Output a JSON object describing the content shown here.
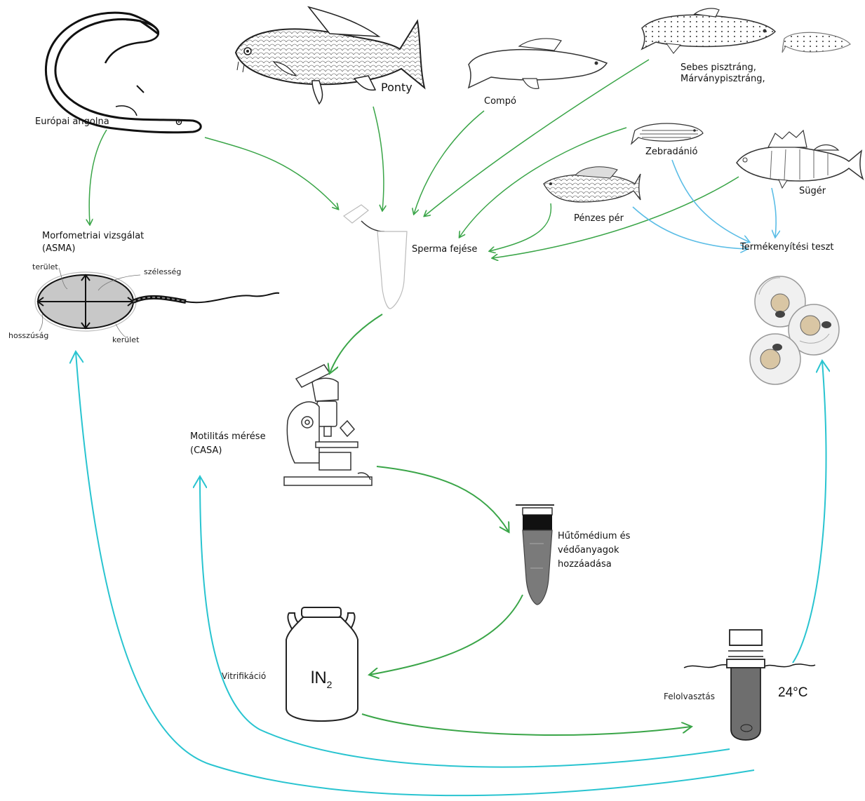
{
  "species": {
    "eel": "Európai angolna",
    "carp": "Ponty",
    "tench": "Compó",
    "trout_line1": "Sebes pisztráng,",
    "trout_line2": "Márványpisztráng,",
    "zebrafish": "Zebradánió",
    "perch": "Sügér",
    "grayling": "Pénzes pér"
  },
  "steps": {
    "stripping": "Sperma fejése",
    "morphometry_line1": "Morfometriai vizsgálat",
    "morphometry_line2": "(ASMA)",
    "motility_line1": "Motilitás mérése",
    "motility_line2": "(CASA)",
    "extender_line1": "Hűtőmédium és",
    "extender_line2": "védőanyagok",
    "extender_line3": "hozzáadása",
    "vitrification": "Vitrifikáció",
    "thawing": "Felolvasztás",
    "fertilization": "Termékenyítési teszt"
  },
  "labels": {
    "ln2_main": "lN",
    "ln2_sub": "2",
    "temperature": "24°C"
  },
  "sperm_measures": {
    "area": "terület",
    "width": "szélesség",
    "length": "hosszúság",
    "perimeter": "kerület"
  },
  "colors": {
    "green_arrow": "#3aa548",
    "cyan_arrow": "#29c4d0",
    "light_blue_arrow": "#5bbde6"
  }
}
